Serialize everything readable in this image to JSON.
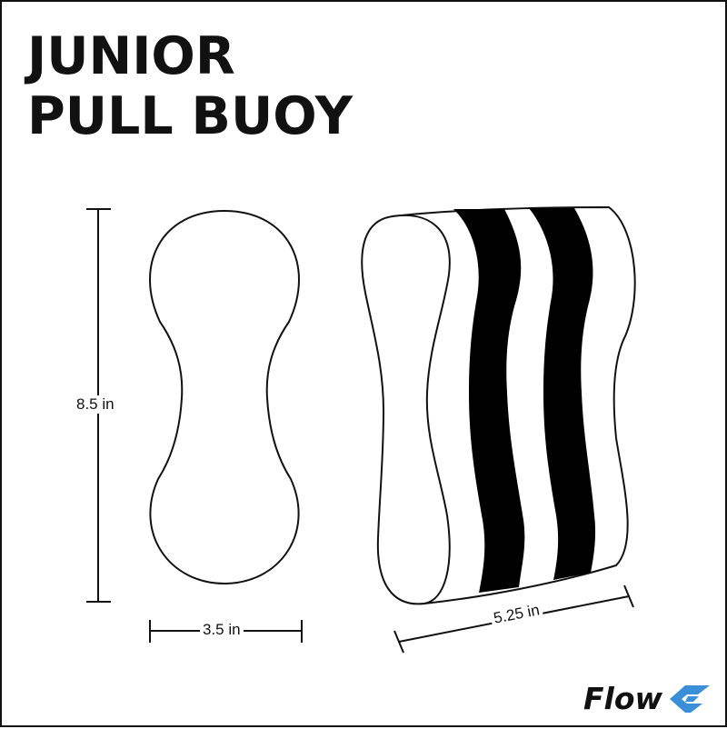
{
  "title": {
    "line1": "JUNIOR",
    "line2": "PULL BUOY"
  },
  "dimensions": {
    "height": "8.5 in",
    "width": "3.5 in",
    "depth": "5.25 in"
  },
  "brand": {
    "name": "Flow",
    "accent_color": "#3a8fd8",
    "icon": "flow-logo-icon"
  },
  "colors": {
    "stroke": "#111111",
    "stripe": "#000000"
  }
}
